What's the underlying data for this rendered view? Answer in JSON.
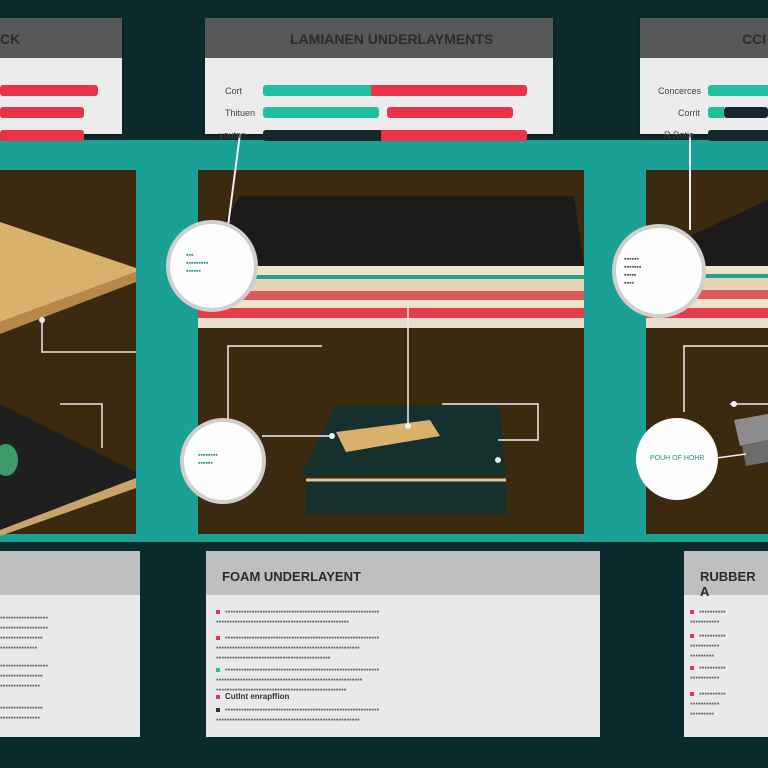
{
  "colors": {
    "background": "#0c2b2d",
    "band": "#1aa095",
    "panel": "#3b2a0f",
    "bar_green": "#1fbf9f",
    "bar_red": "#e8334a",
    "bar_dark": "#14272a"
  },
  "cards": {
    "left": {
      "title": "CK"
    },
    "center": {
      "title": "LAMIANEN UNDERLAYMENTS",
      "rows": [
        {
          "label": "Cort"
        },
        {
          "label": "Thituen"
        },
        {
          "label": "youtan"
        }
      ]
    },
    "right": {
      "title": "CCI",
      "rows": [
        {
          "label": "Concerces"
        },
        {
          "label": "Corrit"
        },
        {
          "label": "R Rotie"
        }
      ]
    }
  },
  "callouts": {
    "top_center": {
      "lines": [
        "▪▪▪",
        "▪▪▪▪▪▪▪▪▪",
        "▪▪▪▪▪▪"
      ]
    },
    "bottom_center": {
      "lines": [
        "▪▪▪▪▪▪▪▪",
        "▪▪▪▪▪▪"
      ]
    },
    "top_right": {
      "lines": [
        "▪▪▪▪▪▪",
        "▪▪▪▪▪▪▪",
        "▪▪▪▪▪",
        "▪▪▪▪"
      ]
    },
    "bottom_right": {
      "lines": [
        "POUH OF HOHR"
      ]
    }
  },
  "text_cards": {
    "left": {
      "title": ""
    },
    "center": {
      "title": "FOAM UNDERLAYENT",
      "subheading": "Cutlnt enrapffion"
    },
    "right": {
      "title": "RUBBER A"
    }
  }
}
